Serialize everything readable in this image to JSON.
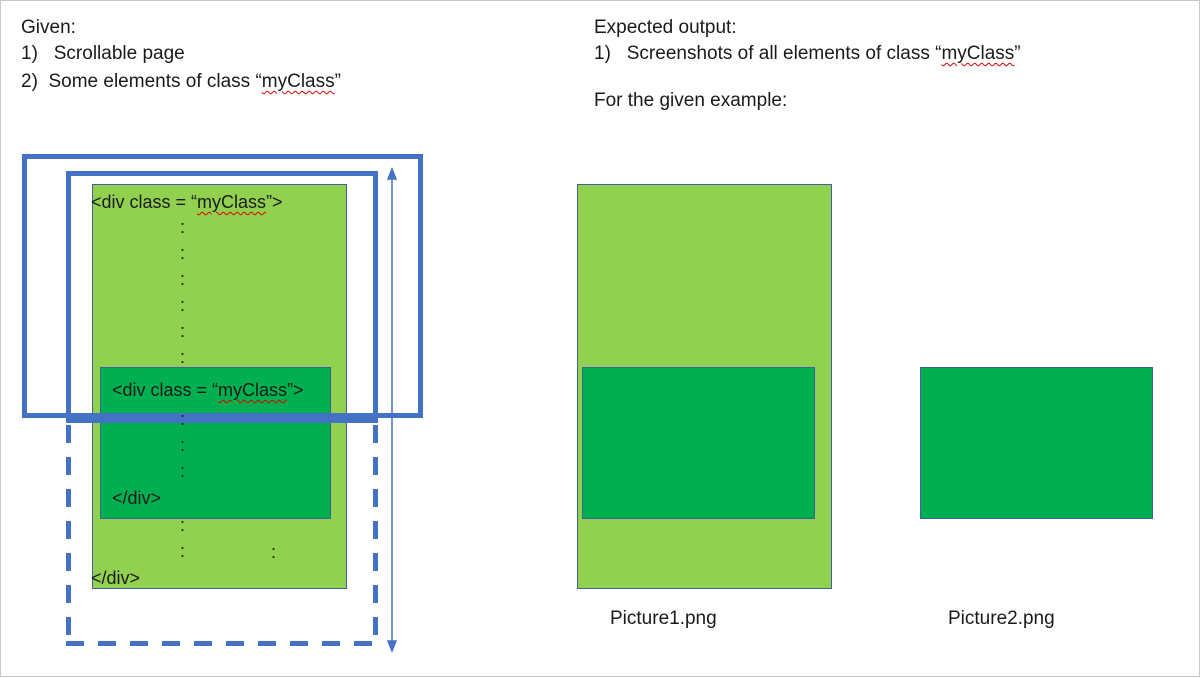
{
  "given": {
    "heading": "Given:",
    "items": [
      {
        "num": "1)",
        "text": "Scrollable page"
      },
      {
        "num": "2)",
        "text": "Some elements of class “",
        "underlined": "myClass",
        "tail": "”"
      }
    ]
  },
  "expected": {
    "heading": "Expected output:",
    "items": [
      {
        "num": "1)",
        "text": "Screenshots of all elements of class “",
        "underlined": "myClass",
        "tail": "”"
      }
    ],
    "example_line": "For the given example:"
  },
  "diagram": {
    "outer_open_pre": "<div class = “",
    "outer_open_class": "myClass",
    "outer_open_post": "”>",
    "inner_open_pre": "<div class = “",
    "inner_open_class": "myClass",
    "inner_open_post": "”>",
    "inner_close": "</div>",
    "outer_close": "</div>",
    "ellipsis": ":"
  },
  "pictures": [
    {
      "label": "Picture1.png"
    },
    {
      "label": "Picture2.png"
    }
  ],
  "colors": {
    "light_green": "#92d050",
    "dark_green": "#00b050",
    "frame_blue": "#4472c4",
    "border_blue": "#3f5fa0",
    "squiggle_red": "#e00000"
  }
}
